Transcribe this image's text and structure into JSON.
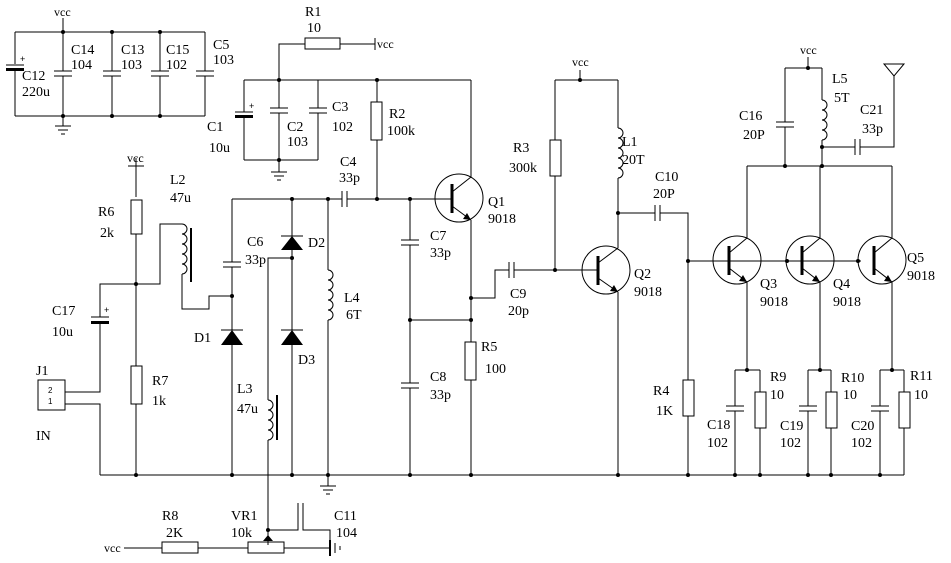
{
  "vcc_label": "vcc",
  "components": {
    "C12": {
      "ref": "C12",
      "value": "220u"
    },
    "C14": {
      "ref": "C14",
      "value": "104"
    },
    "C13": {
      "ref": "C13",
      "value": "103"
    },
    "C15": {
      "ref": "C15",
      "value": "102"
    },
    "C5": {
      "ref": "C5",
      "value": "103"
    },
    "R1": {
      "ref": "R1",
      "value": "10"
    },
    "C1": {
      "ref": "C1",
      "value": "10u"
    },
    "C2": {
      "ref": "C2",
      "value": "103"
    },
    "C3": {
      "ref": "C3",
      "value": "102"
    },
    "R2": {
      "ref": "R2",
      "value": "100k"
    },
    "C4": {
      "ref": "C4",
      "value": "33p"
    },
    "Q1": {
      "ref": "Q1",
      "value": "9018"
    },
    "R6": {
      "ref": "R6",
      "value": "2k"
    },
    "L2": {
      "ref": "L2",
      "value": "47u"
    },
    "C6": {
      "ref": "C6",
      "value": "33p"
    },
    "D2": {
      "ref": "D2",
      "value": ""
    },
    "C7": {
      "ref": "C7",
      "value": "33p"
    },
    "L4": {
      "ref": "L4",
      "value": "6T"
    },
    "C17": {
      "ref": "C17",
      "value": "10u"
    },
    "D1": {
      "ref": "D1",
      "value": ""
    },
    "D3": {
      "ref": "D3",
      "value": ""
    },
    "R7": {
      "ref": "R7",
      "value": "1k"
    },
    "R5": {
      "ref": "R5",
      "value": "100"
    },
    "C8": {
      "ref": "C8",
      "value": "33p"
    },
    "L3": {
      "ref": "L3",
      "value": "47u"
    },
    "J1": {
      "ref": "J1",
      "value": "IN",
      "pin1": "1",
      "pin2": "2"
    },
    "R8": {
      "ref": "R8",
      "value": "2K"
    },
    "VR1": {
      "ref": "VR1",
      "value": "10k"
    },
    "C11": {
      "ref": "C11",
      "value": "104"
    },
    "R3": {
      "ref": "R3",
      "value": "300k"
    },
    "L1": {
      "ref": "L1",
      "value": "20T"
    },
    "C10": {
      "ref": "C10",
      "value": "20P"
    },
    "C9": {
      "ref": "C9",
      "value": "20p"
    },
    "Q2": {
      "ref": "Q2",
      "value": "9018"
    },
    "R4": {
      "ref": "R4",
      "value": "1K"
    },
    "C16": {
      "ref": "C16",
      "value": "20P"
    },
    "L5": {
      "ref": "L5",
      "value": "5T"
    },
    "C21": {
      "ref": "C21",
      "value": "33p"
    },
    "Q3": {
      "ref": "Q3",
      "value": "9018"
    },
    "Q4": {
      "ref": "Q4",
      "value": "9018"
    },
    "Q5": {
      "ref": "Q5",
      "value": "9018"
    },
    "R9": {
      "ref": "R9",
      "value": "10"
    },
    "R10": {
      "ref": "R10",
      "value": "10"
    },
    "R11": {
      "ref": "R11",
      "value": "10"
    },
    "C18": {
      "ref": "C18",
      "value": "102"
    },
    "C19": {
      "ref": "C19",
      "value": "102"
    },
    "C20": {
      "ref": "C20",
      "value": "102"
    }
  }
}
